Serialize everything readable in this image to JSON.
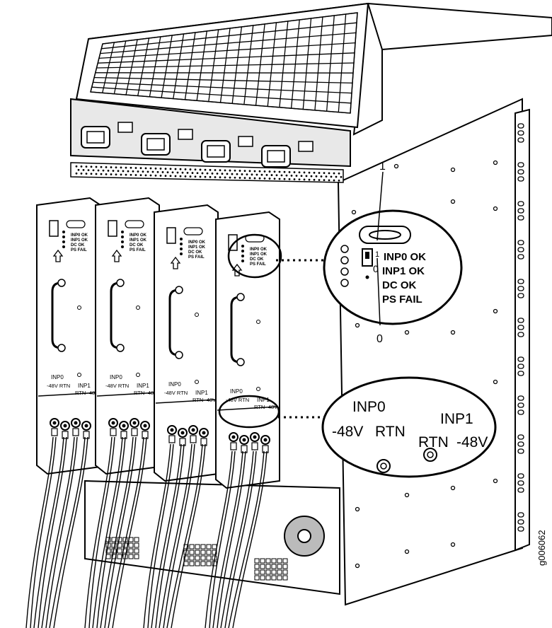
{
  "callouts": {
    "led_callout": {
      "marker_top": "1",
      "marker_bottom": "0",
      "switch_mark": "1",
      "leds": [
        "INP0 OK",
        "INP1 OK",
        "DC OK",
        "PS FAIL"
      ]
    },
    "terminal_callout": {
      "inp0": "INP0",
      "inp1": "INP1",
      "inp0_terms": [
        "-48V",
        "RTN"
      ],
      "inp1_terms": [
        "RTN",
        "-48V"
      ]
    }
  },
  "psu_small_labels": {
    "leds": [
      "INP0 OK",
      "INP1 OK",
      "DC OK",
      "PS FAIL"
    ],
    "inp0": "INP0",
    "inp1": "INP1",
    "inp0_terms": "-48V RTN",
    "inp1_terms": "RTN -48V"
  },
  "figure_id": "g006062",
  "colors": {
    "line": "#000000",
    "fill": "#ffffff",
    "shade": "#d9d9d9"
  }
}
